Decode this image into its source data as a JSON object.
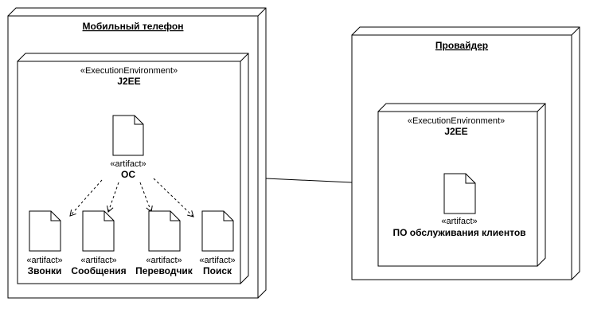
{
  "nodes": {
    "phone": {
      "title": "Мобильный телефон",
      "env": {
        "stereotype": "«ExecutionEnvironment»",
        "name": "J2EE"
      },
      "artifacts": {
        "os": {
          "stereotype": "«artifact»",
          "name": "ОС"
        },
        "calls": {
          "stereotype": "«artifact»",
          "name": "Звонки"
        },
        "messages": {
          "stereotype": "«artifact»",
          "name": "Сообщения"
        },
        "translator": {
          "stereotype": "«artifact»",
          "name": "Переводчик"
        },
        "search": {
          "stereotype": "«artifact»",
          "name": "Поиск"
        }
      }
    },
    "provider": {
      "title": "Провайдер",
      "env": {
        "stereotype": "«ExecutionEnvironment»",
        "name": "J2EE"
      },
      "artifacts": {
        "service": {
          "stereotype": "«artifact»",
          "name": "ПО обслуживания клиентов"
        }
      }
    }
  }
}
